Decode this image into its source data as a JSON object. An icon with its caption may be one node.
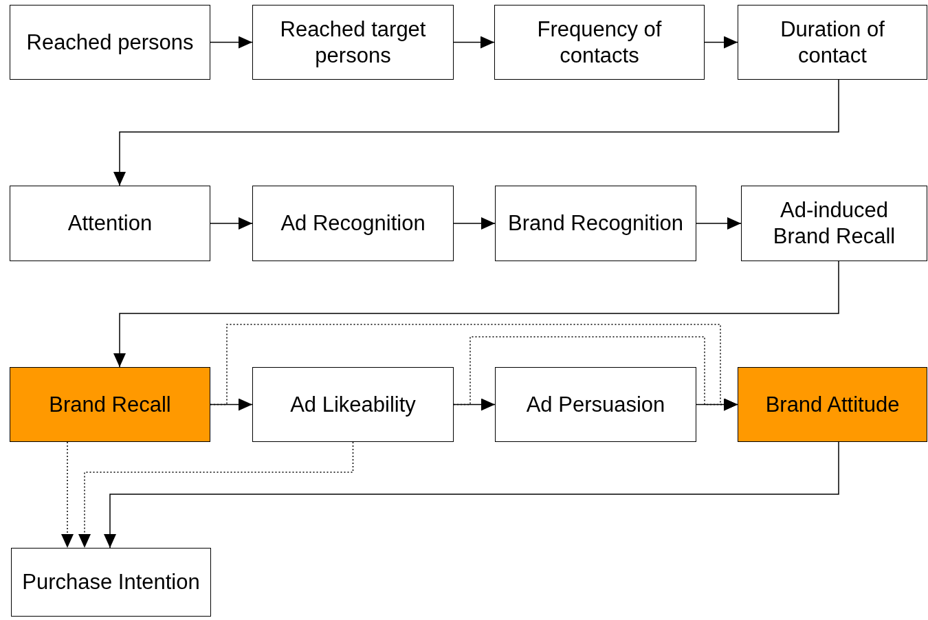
{
  "diagram": {
    "nodes": [
      {
        "text": [
          "Reached persons"
        ]
      },
      {
        "text": [
          "Reached target persons"
        ]
      },
      {
        "text": [
          "Frequency of contacts"
        ]
      },
      {
        "text": [
          "Duration of contact"
        ]
      },
      {
        "text": [
          "Attention"
        ]
      },
      {
        "text": [
          "Ad Recognition"
        ]
      },
      {
        "text": [
          "Brand Recognition"
        ]
      },
      {
        "text": [
          "Ad-induced Brand Recall"
        ]
      },
      {
        "text": [
          "Brand Recall"
        ]
      },
      {
        "text": [
          "Ad Likeability"
        ]
      },
      {
        "text": [
          "Ad Persuasion"
        ]
      },
      {
        "text": [
          "Brand Attitude"
        ]
      },
      {
        "text": [
          "Purchase Intention"
        ]
      }
    ],
    "edges": [
      {
        "from": 0,
        "to": 1,
        "arrow": "to"
      },
      {
        "from": 1,
        "to": 2,
        "arrow": "to"
      },
      {
        "from": 2,
        "to": 3,
        "arrow": "to"
      },
      {
        "from": 3,
        "to": 4,
        "arrow": "to"
      },
      {
        "from": 4,
        "to": 5,
        "arrow": "to"
      },
      {
        "from": 5,
        "to": 6,
        "arrow": "to"
      },
      {
        "from": 6,
        "to": 7,
        "arrow": "to"
      },
      {
        "from": 7,
        "to": 8,
        "arrow": "to"
      },
      {
        "from": 8,
        "to": 9,
        "arrow": "to"
      },
      {
        "from": 9,
        "to": 10,
        "arrow": "to"
      },
      {
        "from": 10,
        "to": 11,
        "arrow": "to"
      },
      {
        "from": 8,
        "to": 11,
        "arrow": "to",
        "style": "dashed"
      },
      {
        "from": 9,
        "to": 11,
        "arrow": "to",
        "style": "dashed"
      },
      {
        "from": 8,
        "to": 12,
        "arrow": "to",
        "style": "dashed"
      },
      {
        "from": 9,
        "to": 12,
        "arrow": "to",
        "style": "dashed"
      },
      {
        "from": 11,
        "to": 12,
        "arrow": "to"
      }
    ]
  }
}
